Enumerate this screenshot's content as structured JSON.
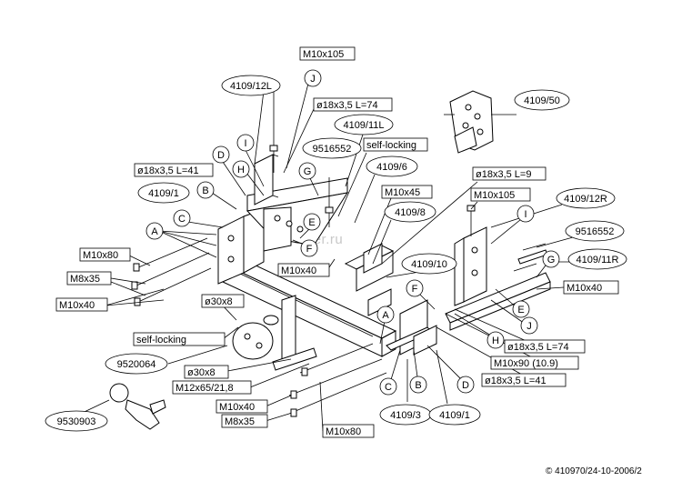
{
  "watermark": "tiagoo-ceqter.ru",
  "copyright": "© 410970/24-10-2006/2",
  "part_codes": {
    "bracket_left": "4109/12L",
    "arm_left": "4109/11L",
    "arm_right": "4109/11R",
    "bracket_right": "4109/12R",
    "insert_plate": "4109/50",
    "plate_6": "4109/6",
    "plate_8": "4109/8",
    "plate_10": "4109/10",
    "plate_1_top": "4109/1",
    "plate_1_bottom": "4109/1",
    "plate_3": "4109/3",
    "socket_plate": "9520064",
    "tow_ball": "9530903",
    "spacer_left": "9516552",
    "spacer_right": "9516552"
  },
  "fastener_labels": {
    "m10x105_top": "M10x105",
    "m10x105_right": "M10x105",
    "tube_74_top": "ø18x3,5 L=74",
    "tube_74_bottom": "ø18x3,5 L=74",
    "tube_41_top": "ø18x3,5 L=41",
    "tube_41_bottom": "ø18x3,5 L=41",
    "tube_9": "ø18x3,5 L=9",
    "self_locking_top": "self-locking",
    "self_locking_bottom": "self-locking",
    "m10x45": "M10x45",
    "m10x80_left": "M10x80",
    "m10x80_bottom": "M10x80",
    "m8x35_left": "M8x35",
    "m8x35_bottom": "M8x35",
    "m10x40_left": "M10x40",
    "m10x40_center": "M10x40",
    "m10x40_right": "M10x40",
    "m10x40_bottom": "M10x40",
    "washer_30x8_top": "ø30x8",
    "washer_30x8_bottom": "ø30x8",
    "m12x65": "M12x65/21,8",
    "m10x90": "M10x90 (10.9)"
  },
  "letters": {
    "a_left": "A",
    "b_left": "B",
    "c_left": "C",
    "d_left": "D",
    "e_left": "E",
    "f_left": "F",
    "g_left": "G",
    "h_left": "H",
    "i_left": "I",
    "j_left": "J",
    "a_right": "A",
    "b_right": "B",
    "c_right": "C",
    "d_right": "D",
    "e_right": "E",
    "f_right": "F",
    "g_right": "G",
    "h_right": "H",
    "i_right": "I",
    "j_right": "J"
  }
}
